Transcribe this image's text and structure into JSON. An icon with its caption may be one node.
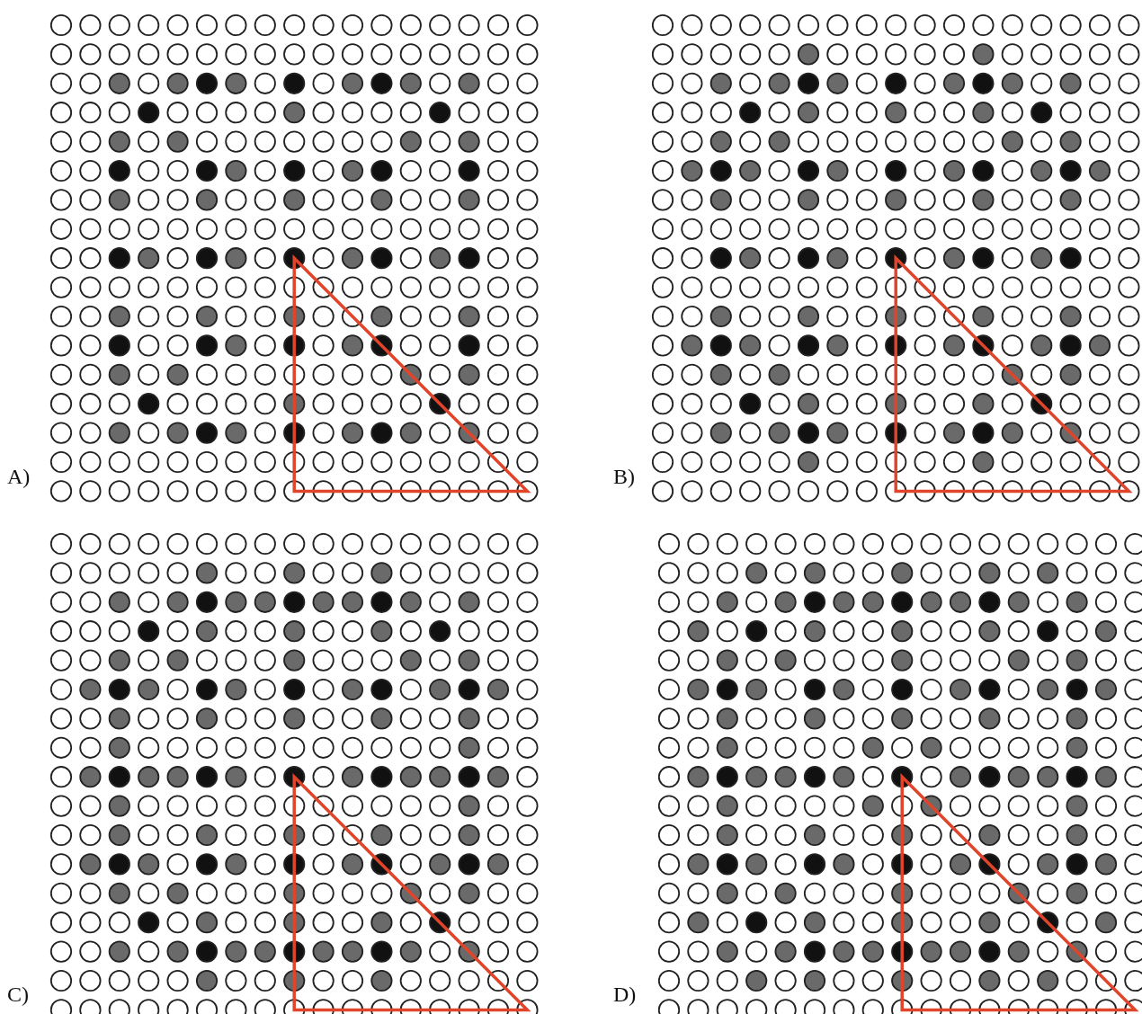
{
  "diagram": {
    "labels": [
      "A)",
      "B)",
      "C)",
      "D)"
    ]
  }
}
